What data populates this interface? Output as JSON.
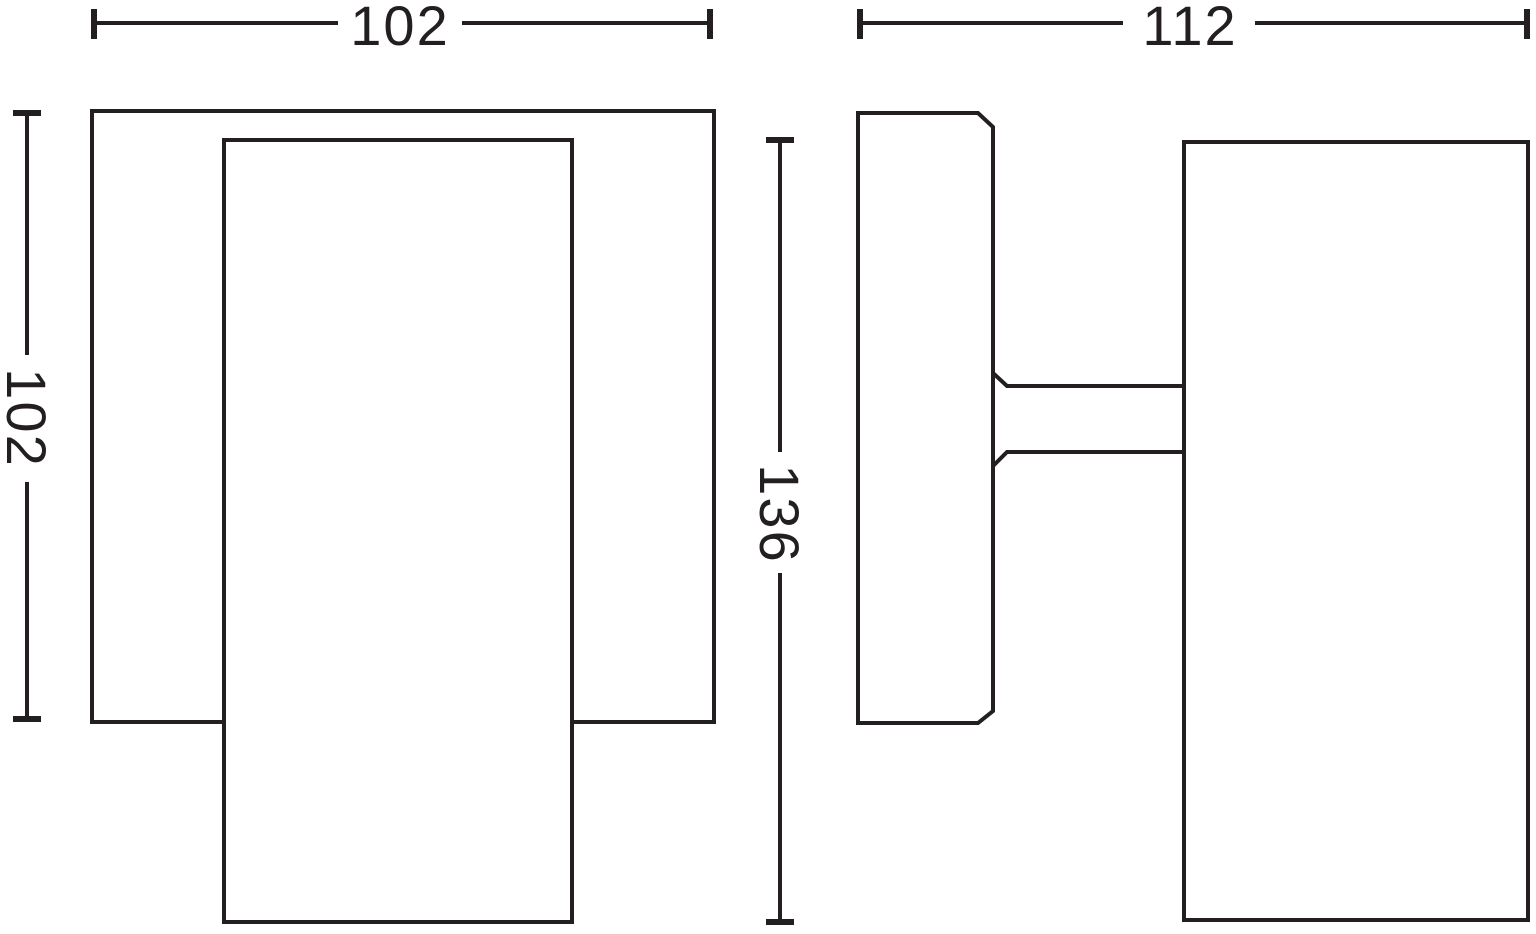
{
  "colors": {
    "line": "#231f20",
    "background": "#ffffff"
  },
  "drawing": {
    "kind": "technical-dimension-drawing",
    "views": [
      {
        "id": "front-view",
        "parts": [
          "backplate",
          "spot-body"
        ]
      },
      {
        "id": "side-view",
        "parts": [
          "mount-plate",
          "arm",
          "spot-body"
        ]
      }
    ]
  },
  "dimensions": {
    "front_width": {
      "label": "102",
      "orientation": "horizontal",
      "view": "front-view"
    },
    "front_height": {
      "label": "102",
      "orientation": "vertical",
      "view": "front-view"
    },
    "side_depth": {
      "label": "112",
      "orientation": "horizontal",
      "view": "side-view"
    },
    "side_height": {
      "label": "136",
      "orientation": "vertical",
      "view": "side-view"
    }
  }
}
